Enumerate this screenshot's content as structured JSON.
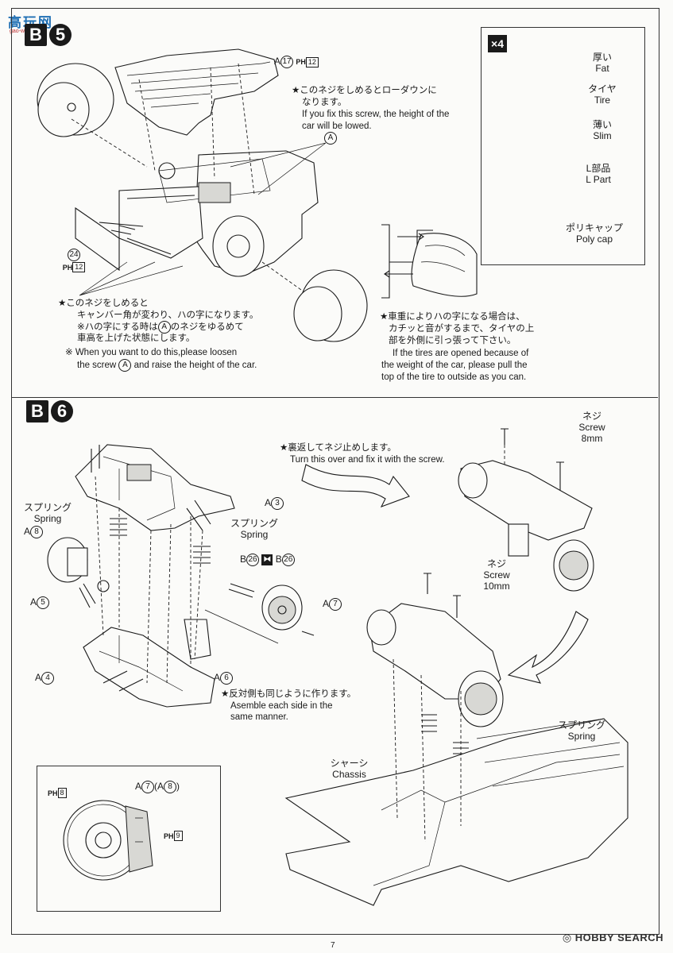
{
  "watermark": {
    "cn": "高玩网",
    "url": "gao-wan.com"
  },
  "b5": {
    "step": {
      "letter": "B",
      "num": "5"
    },
    "callout_a17": {
      "part": "A",
      "num": "17",
      "ph": "PH",
      "phnum": "12"
    },
    "note_lowered": {
      "jp1": "★このネジをしめるとローダウンに",
      "jp2": "なります。",
      "en1": "If you fix this screw, the height of the",
      "en2": "car will be lowed."
    },
    "callout_a": "A",
    "callout_24": {
      "num": "24",
      "ph": "PH",
      "phnum": "12"
    },
    "note_camber": {
      "jp1": "★このネジをしめると",
      "jp2": "キャンバー角が変わり、ハの字になります。",
      "jp3": "※ハの字にする時は",
      "jp3b": "のネジをゆるめて",
      "jp4": "車高を上げた状態にします。",
      "en1": "※ When you want to do this,please loosen",
      "en2": "the screw",
      "en2b": "and raise the height of the car."
    },
    "note_tires": {
      "jp1": "★車重によりハの字になる場合は、",
      "jp2": "カチッと音がするまで、タイヤの上",
      "jp3": "部を外側に引っ張って下さい。",
      "en1": "If the tires are opened because of",
      "en2": "the weight of the car, please pull the",
      "en3": "top of the tire to outside as you can."
    },
    "inset": {
      "badge": "×4",
      "fat_jp": "厚い",
      "fat_en": "Fat",
      "tire_jp": "タイヤ",
      "tire_en": "Tire",
      "slim_jp": "薄い",
      "slim_en": "Slim",
      "lpart_jp": "L部品",
      "lpart_en": "L Part",
      "poly_jp": "ポリキャップ",
      "poly_en": "Poly cap"
    }
  },
  "b6": {
    "step": {
      "letter": "B",
      "num": "6"
    },
    "note_turn": {
      "jp": "★裏返してネジ止めします。",
      "en": "Turn this over and fix it with the screw."
    },
    "screw8": {
      "jp": "ネジ",
      "en": "Screw",
      "size": "8mm"
    },
    "screw10": {
      "jp": "ネジ",
      "en": "Screw",
      "size": "10mm"
    },
    "a3": {
      "part": "A",
      "num": "3"
    },
    "a8": {
      "part": "A",
      "num": "8"
    },
    "a5": {
      "part": "A",
      "num": "5"
    },
    "a4": {
      "part": "A",
      "num": "4"
    },
    "a6": {
      "part": "A",
      "num": "6"
    },
    "a7": {
      "part": "A",
      "num": "7"
    },
    "b26": {
      "part": "B",
      "num": "26"
    },
    "spring1": {
      "jp": "スプリング",
      "en": "Spring"
    },
    "spring2": {
      "jp": "スプリング",
      "en": "Spring"
    },
    "spring3": {
      "jp": "スプリング",
      "en": "Spring"
    },
    "chassis": {
      "jp": "シャーシ",
      "en": "Chassis"
    },
    "note_side": {
      "jp": "★反対側も同じように作ります。",
      "en1": "Asemble each side in the",
      "en2": "same manner."
    },
    "disc_inset": {
      "a7": "7",
      "a8": "8",
      "ph8": "8",
      "ph9": "9",
      "ph": "PH"
    }
  },
  "footer": {
    "page": "7",
    "brand": "HOBBY SEARCH"
  }
}
